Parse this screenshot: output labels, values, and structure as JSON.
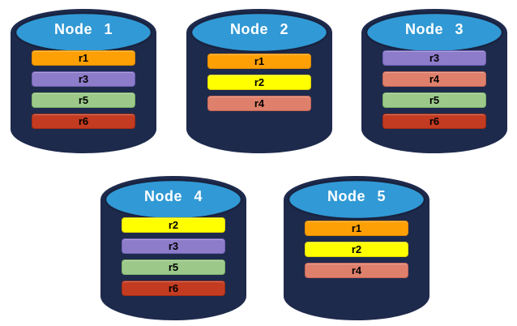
{
  "diagram": {
    "description": "Distributed database replica placement across five nodes",
    "background_color": "#ffffff",
    "colors": {
      "cylinder_body": "#1e2a4c",
      "cylinder_top": "#3199d5",
      "cylinder_outline": "#18233f",
      "node_label_text": "#ffffff",
      "bar_label_text": "#000000"
    },
    "replica_colors": {
      "r1": {
        "fill": "#fca005",
        "edge": "#de8a00"
      },
      "r2": {
        "fill": "#ffff00",
        "edge": "#ddd300"
      },
      "r3": {
        "fill": "#8c7cc9",
        "edge": "#7061b5"
      },
      "r4": {
        "fill": "#df806c",
        "edge": "#c66553"
      },
      "r5": {
        "fill": "#9cc98a",
        "edge": "#7cb168"
      },
      "r6": {
        "fill": "#c33b21",
        "edge": "#a02c14"
      }
    },
    "nodes": [
      {
        "label": "Node 1",
        "replicas": [
          "r1",
          "r3",
          "r5",
          "r6"
        ]
      },
      {
        "label": "Node 2",
        "replicas": [
          "r1",
          "r2",
          "r4"
        ]
      },
      {
        "label": "Node 3",
        "replicas": [
          "r3",
          "r4",
          "r5",
          "r6"
        ]
      },
      {
        "label": "Node 4",
        "replicas": [
          "r2",
          "r3",
          "r5",
          "r6"
        ]
      },
      {
        "label": "Node 5",
        "replicas": [
          "r1",
          "r2",
          "r4"
        ]
      }
    ]
  }
}
